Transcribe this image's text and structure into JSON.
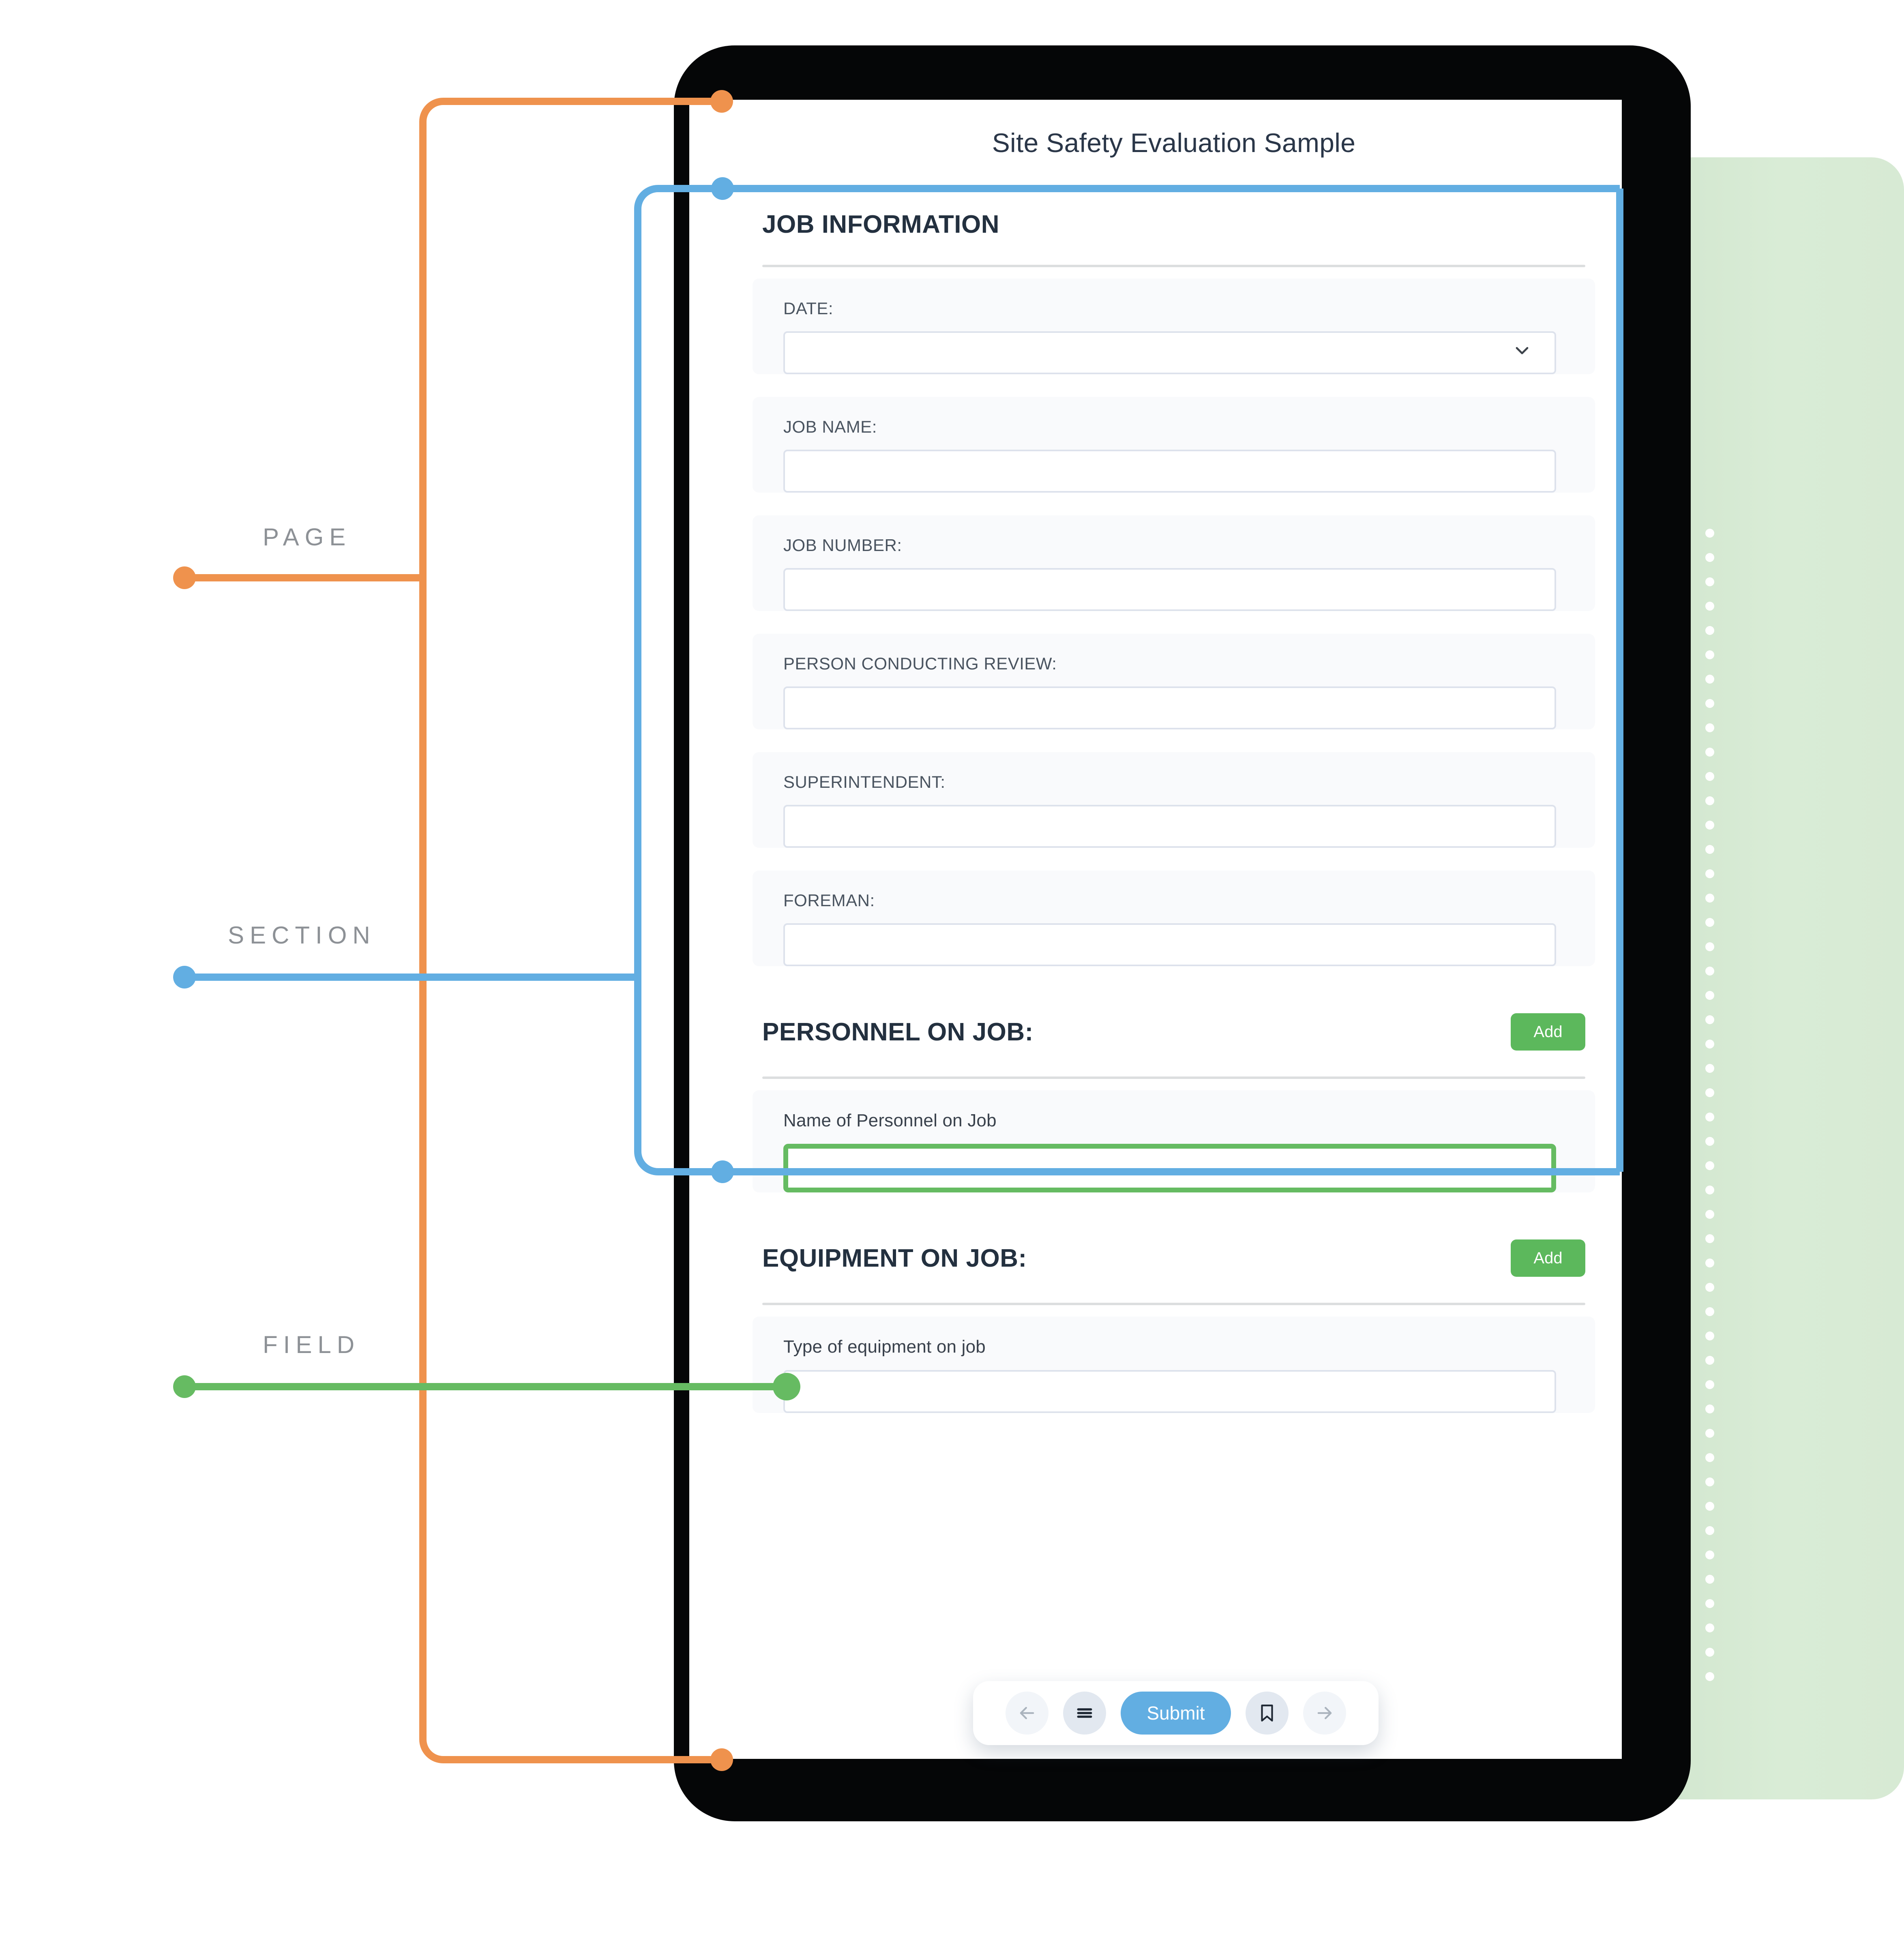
{
  "app": {
    "title": "Site Safety Evaluation Sample"
  },
  "annotations": [
    {
      "label": "PAGE",
      "color": "#ef924d"
    },
    {
      "label": "SECTION",
      "color": "#62aee2"
    },
    {
      "label": "FIELD",
      "color": "#66bb62"
    }
  ],
  "sections": [
    {
      "heading": "JOB INFORMATION",
      "fields": [
        {
          "label": "DATE:",
          "value": "",
          "type": "select"
        },
        {
          "label": "JOB NAME:",
          "value": "",
          "type": "text"
        },
        {
          "label": "JOB NUMBER:",
          "value": "",
          "type": "text"
        },
        {
          "label": "PERSON CONDUCTING REVIEW:",
          "value": "",
          "type": "text"
        },
        {
          "label": "SUPERINTENDENT:",
          "value": "",
          "type": "text"
        },
        {
          "label": "FOREMAN:",
          "value": "",
          "type": "text"
        }
      ]
    },
    {
      "heading": "PERSONNEL ON JOB:",
      "add_label": "Add",
      "fields": [
        {
          "label": "Name of Personnel on Job",
          "value": "",
          "type": "text",
          "highlight": true
        }
      ]
    },
    {
      "heading": "EQUIPMENT ON JOB:",
      "add_label": "Add",
      "fields": [
        {
          "label": "Type of equipment on job",
          "value": "",
          "type": "text"
        }
      ]
    }
  ],
  "toolbar": {
    "back_icon": "arrow-left-icon",
    "menu_icon": "hamburger-menu-icon",
    "submit_label": "Submit",
    "bookmark_icon": "bookmark-icon",
    "forward_icon": "arrow-right-icon"
  },
  "colors": {
    "page_accent": "#ef924d",
    "section_accent": "#62aee2",
    "field_accent": "#66bb62",
    "add_button": "#5cb85c",
    "submit_button": "#62aee2",
    "heading_text": "#23303f",
    "label_text": "#4a5460",
    "panel_green": "#d4e8d1"
  }
}
